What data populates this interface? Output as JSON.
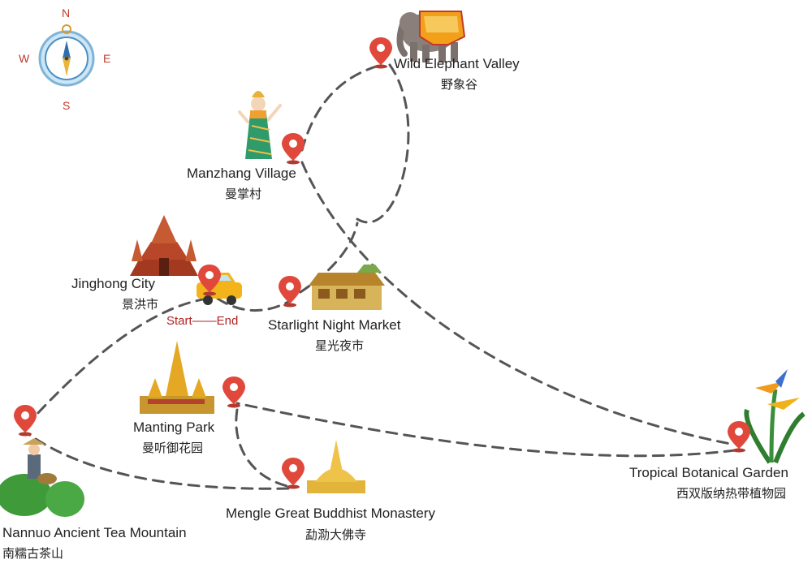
{
  "compass": {
    "n": "N",
    "e": "E",
    "s": "S",
    "w": "W"
  },
  "start_end_label": "Start——End",
  "locations": [
    {
      "id": "wild-elephant-valley",
      "name_en": "Wild Elephant Valley",
      "name_zh": "野象谷",
      "icon": "elephant-icon"
    },
    {
      "id": "manzhang-village",
      "name_en": "Manzhang Village",
      "name_zh": "曼掌村",
      "icon": "dancer-icon"
    },
    {
      "id": "jinghong-city",
      "name_en": "Jinghong City",
      "name_zh": "景洪市",
      "icon": "temple-icon"
    },
    {
      "id": "starlight-night-market",
      "name_en": "Starlight Night Market",
      "name_zh": "星光夜市",
      "icon": "market-icon"
    },
    {
      "id": "manting-park",
      "name_en": "Manting Park",
      "name_zh": "曼听御花园",
      "icon": "pagoda-icon"
    },
    {
      "id": "nannuo-tea-mountain",
      "name_en": "Nannuo Ancient Tea Mountain",
      "name_zh": "南糯古茶山",
      "icon": "tea-picker-icon"
    },
    {
      "id": "mengle-monastery",
      "name_en": "Mengle Great Buddhist Monastery",
      "name_zh": "勐泐大佛寺",
      "icon": "stupa-icon"
    },
    {
      "id": "tropical-garden",
      "name_en": "Tropical Botanical Garden",
      "name_zh": "西双版纳热带植物园",
      "icon": "bird-of-paradise-icon"
    }
  ],
  "colors": {
    "pin": "#e0483c",
    "route": "#555555",
    "start_text": "#b22222",
    "compass_letters": "#c0392b"
  }
}
